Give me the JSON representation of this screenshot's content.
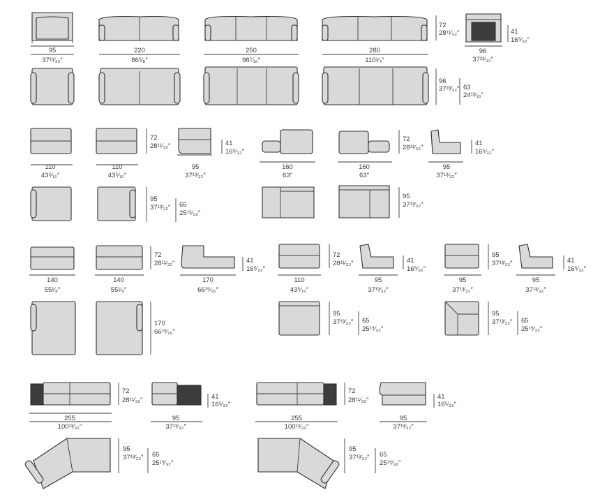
{
  "groups": [
    {
      "id": "row1-front",
      "items": [
        {
          "name": "sofa-95-front",
          "kind": "armchair-front",
          "cm": "95",
          "in": "37¹³⁄₃₂″"
        },
        {
          "name": "sofa-220-front",
          "kind": "sofa2-front",
          "cm": "220",
          "in": "86⁵⁄₈″"
        },
        {
          "name": "sofa-250-front",
          "kind": "sofa3-front",
          "cm": "250",
          "in": "98⁷⁄₁₆″"
        },
        {
          "name": "sofa-280-front",
          "kind": "sofa3-front",
          "cm": "280",
          "in": "110¹⁄₄″"
        },
        {
          "name": "table-96-front",
          "kind": "table-front",
          "cm": "96",
          "in": "37²³⁄₃₂″"
        }
      ],
      "heights": [
        {
          "cm": "72",
          "in": "28¹¹⁄₃₂″"
        },
        {
          "cm": "41",
          "in": "16⁵⁄₃₂″"
        }
      ]
    },
    {
      "id": "row1-top",
      "heights": [
        {
          "cm": "96",
          "in": "37²³⁄₃₂″"
        },
        {
          "cm": "63",
          "in": "24¹³⁄₁₆″"
        }
      ]
    },
    {
      "id": "row2-front",
      "items": [
        {
          "name": "corner-110-left",
          "kind": "end-left",
          "cm": "110",
          "in": "43⁵⁄₁₆″"
        },
        {
          "name": "corner-110-right",
          "kind": "end-right",
          "cm": "110",
          "in": "43⁵⁄₁₆″"
        },
        {
          "name": "chair-95-left",
          "kind": "armchair-back",
          "cm": "95",
          "in": "37¹³⁄₃₂″"
        },
        {
          "name": "chaise-160-a",
          "kind": "chaise",
          "cm": "160",
          "in": "63″"
        },
        {
          "name": "chaise-160-b",
          "kind": "chaise-b",
          "cm": "160",
          "in": "63″"
        },
        {
          "name": "pouf-95",
          "kind": "pouf",
          "cm": "95",
          "in": "37¹³⁄₃₂″"
        }
      ],
      "heights": [
        {
          "cm": "72",
          "in": "28¹¹⁄₃₂″"
        },
        {
          "cm": "41",
          "in": "16⁵⁄₃₂″"
        },
        {
          "cm": "72",
          "in": "28¹¹⁄₃₂″"
        },
        {
          "cm": "41",
          "in": "16⁵⁄₃₂″"
        }
      ]
    },
    {
      "id": "row2-top",
      "heights": [
        {
          "cm": "95",
          "in": "37¹³⁄₃₂″"
        },
        {
          "cm": "65",
          "in": "25¹⁹⁄₃₂″"
        },
        {
          "cm": "95",
          "in": "37¹³⁄₃₂″"
        }
      ]
    },
    {
      "id": "row3-front",
      "items": [
        {
          "name": "sofa-140-left",
          "cm": "140",
          "in": "55¹⁄₈″"
        },
        {
          "name": "sofa-140-right",
          "cm": "140",
          "in": "55¹⁄₈″"
        },
        {
          "name": "chaise-170",
          "cm": "170",
          "in": "66¹⁵⁄₁₆″"
        },
        {
          "name": "module-110",
          "cm": "110",
          "in": "43⁵⁄₁₆″"
        },
        {
          "name": "chair-95-a",
          "cm": "95",
          "in": "37¹³⁄₃₂″"
        },
        {
          "name": "corner-95",
          "cm": "95",
          "in": "37¹³⁄₃₂″"
        },
        {
          "name": "chair-95-b",
          "cm": "95",
          "in": "37¹³⁄₃₂″"
        }
      ],
      "heights": [
        {
          "cm": "72",
          "in": "28¹¹⁄₃₂″"
        },
        {
          "cm": "41",
          "in": "16⁵⁄₃₂″"
        },
        {
          "cm": "72",
          "in": "28¹¹⁄₃₂″"
        },
        {
          "cm": "41",
          "in": "16⁵⁄₃₂″"
        },
        {
          "cm": "95",
          "in": "37¹³⁄₃₂″"
        },
        {
          "cm": "41",
          "in": "16⁵⁄₃₂″"
        }
      ]
    },
    {
      "id": "row3-top",
      "heights": [
        {
          "cm": "170",
          "in": "66¹⁵⁄₁₆″"
        },
        {
          "cm": "95",
          "in": "37¹³⁄₃₂″"
        },
        {
          "cm": "65",
          "in": "25¹⁹⁄₃₂″"
        },
        {
          "cm": "95",
          "in": "37¹³⁄₃₂″"
        },
        {
          "cm": "65",
          "in": "25¹⁹⁄₃₂″"
        }
      ]
    },
    {
      "id": "row4-front",
      "items": [
        {
          "name": "corner-sofa-255-left",
          "cm": "255",
          "in": "100¹³⁄₃₂″"
        },
        {
          "name": "table-module-95-a",
          "cm": "95",
          "in": "37¹³⁄₃₂″"
        },
        {
          "name": "corner-sofa-255-right",
          "cm": "255",
          "in": "100¹³⁄₃₂″"
        },
        {
          "name": "corner-module-95-b",
          "cm": "95",
          "in": "37¹³⁄₃₂″"
        }
      ],
      "heights": [
        {
          "cm": "72",
          "in": "28¹¹⁄₃₂″"
        },
        {
          "cm": "41",
          "in": "16⁵⁄₃₂″"
        },
        {
          "cm": "72",
          "in": "28¹¹⁄₃₂″"
        },
        {
          "cm": "41",
          "in": "16⁵⁄₃₂″"
        }
      ]
    },
    {
      "id": "row4-top",
      "heights": [
        {
          "cm": "95",
          "in": "37¹³⁄₃₂″"
        },
        {
          "cm": "65",
          "in": "25¹⁹⁄₃₂″"
        },
        {
          "cm": "95",
          "in": "37¹³⁄₃₂″"
        },
        {
          "cm": "65",
          "in": "25¹⁹⁄₃₂″"
        }
      ]
    }
  ],
  "colors": {
    "upholstery": "#d9d9d9",
    "outline": "#2e2e2e",
    "table": "#3d3d3d"
  }
}
